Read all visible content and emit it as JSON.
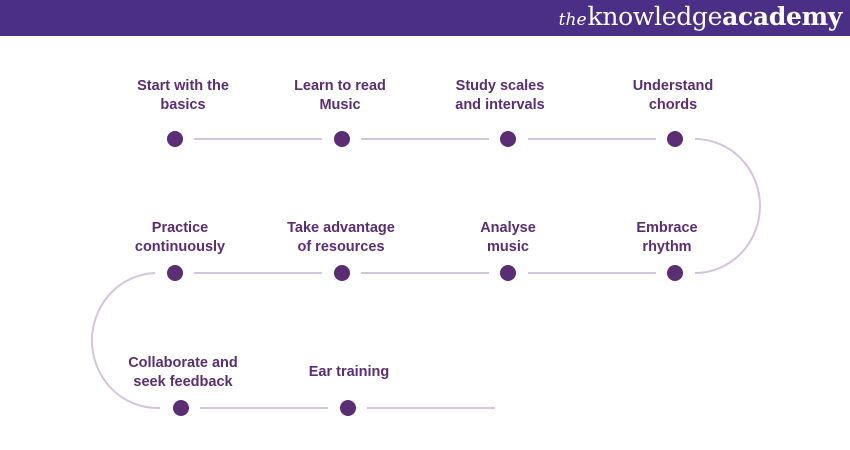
{
  "brand": {
    "the": "the",
    "knowledge": "knowledge",
    "academy": "academy"
  },
  "colors": {
    "header": "#4b2f86",
    "dot": "#5b2d74",
    "text": "#5b2d74",
    "line": "#d6c3df"
  },
  "steps": [
    {
      "line1": "Start with the",
      "line2": "basics"
    },
    {
      "line1": "Learn to read",
      "line2": "Music"
    },
    {
      "line1": "Study scales",
      "line2": "and intervals"
    },
    {
      "line1": "Understand",
      "line2": "chords"
    },
    {
      "line1": "Embrace",
      "line2": "rhythm"
    },
    {
      "line1": "Analyse",
      "line2": "music"
    },
    {
      "line1": "Take advantage",
      "line2": "of resources"
    },
    {
      "line1": "Practice",
      "line2": "continuously"
    },
    {
      "line1": "Collaborate and",
      "line2": "seek feedback"
    },
    {
      "line1": "Ear training",
      "line2": ""
    }
  ]
}
